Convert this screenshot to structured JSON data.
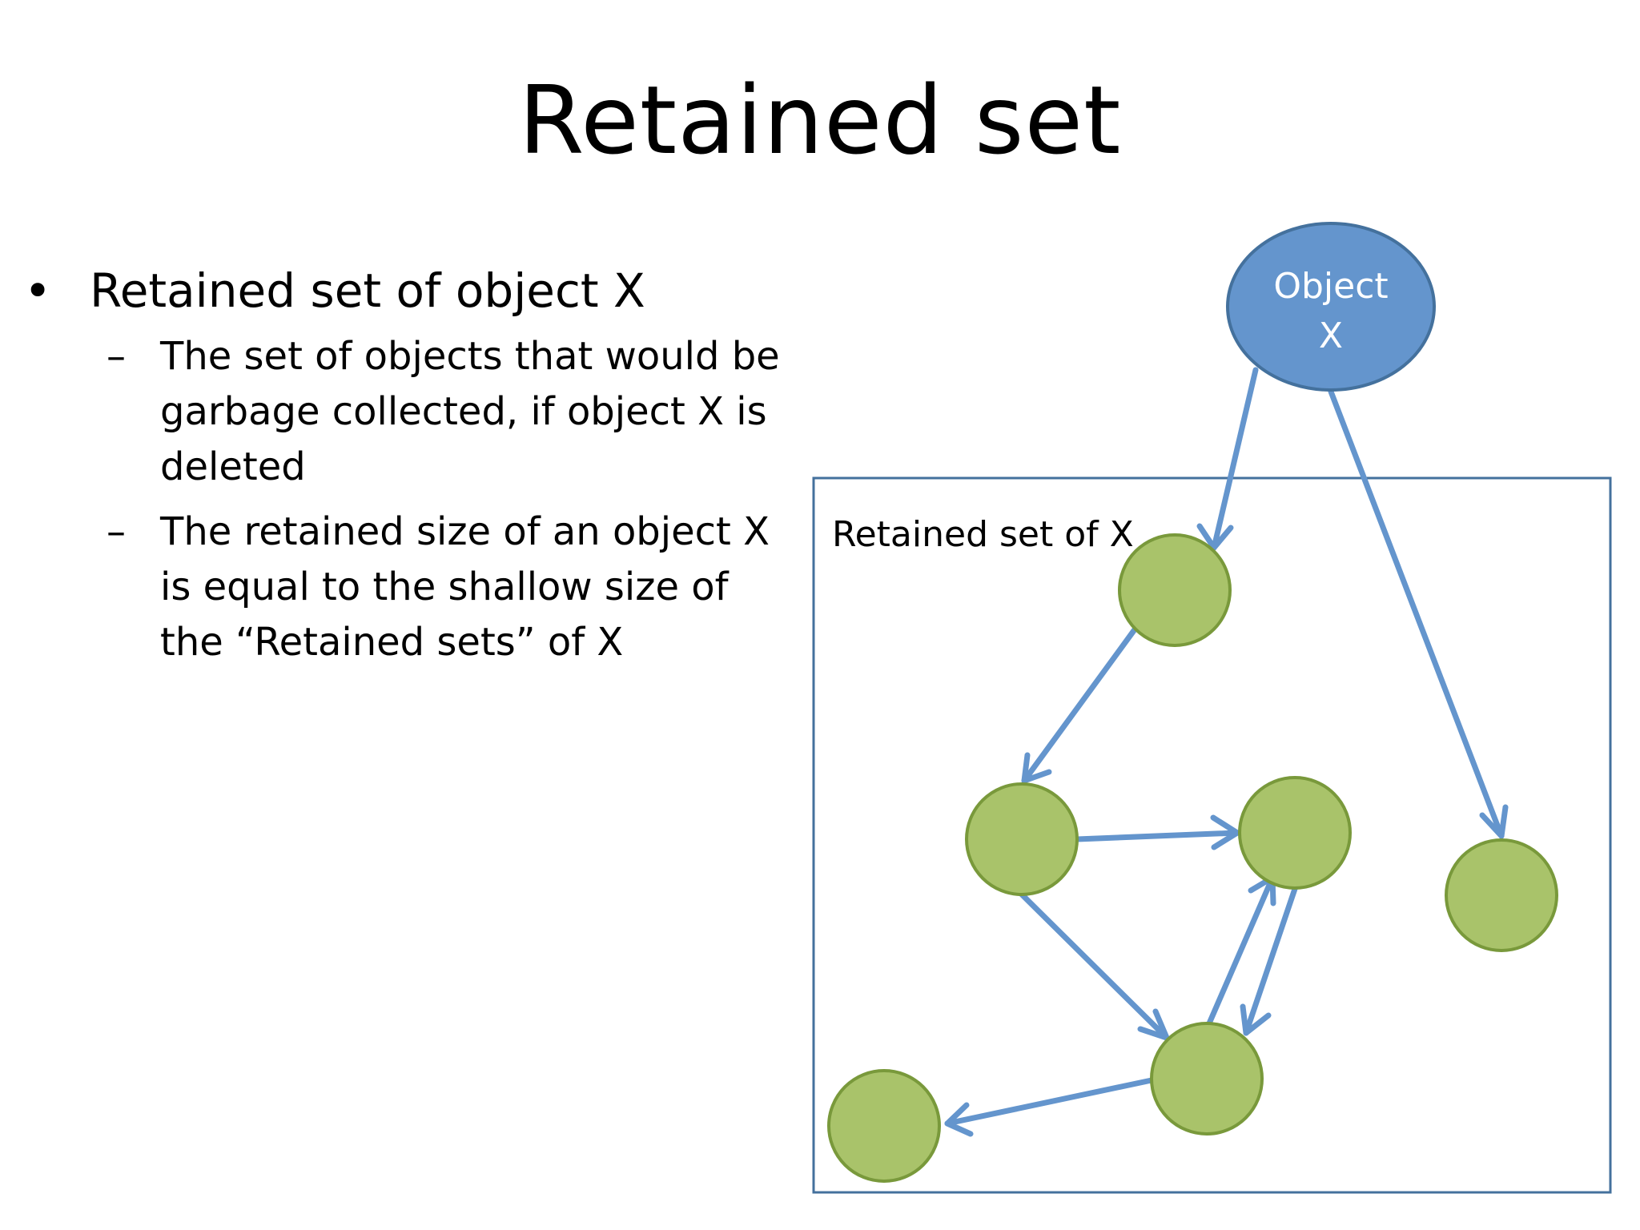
{
  "slide": {
    "title": "Retained set"
  },
  "content": {
    "bullet": {
      "marker": "•",
      "text": "Retained set of object X"
    },
    "sub_bullets": [
      {
        "marker": "–",
        "text": "The set of objects that would be garbage collected, if object X is deleted"
      },
      {
        "marker": "–",
        "text": "The retained size of an object X is equal to the shallow size of the “Retained sets” of X"
      }
    ]
  },
  "diagram": {
    "root_node": {
      "label_line1": "Object",
      "label_line2": "X"
    },
    "retained_box_label": "Retained set of X",
    "colors": {
      "root_fill": "#6495cd",
      "root_stroke": "#44719d",
      "node_fill": "#a9c36a",
      "node_stroke": "#79993b",
      "edge": "#6495cd",
      "box_stroke": "#44719d"
    }
  }
}
